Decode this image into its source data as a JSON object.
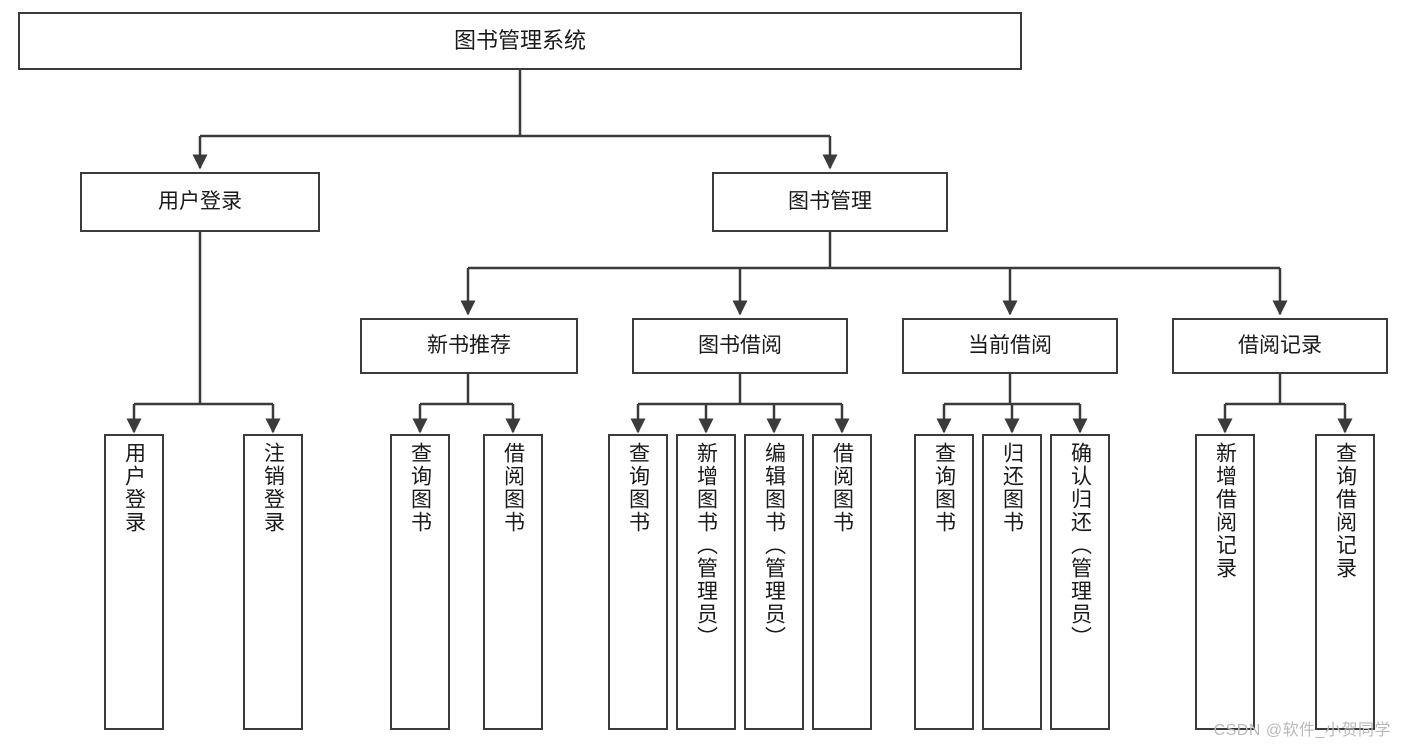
{
  "diagram": {
    "title_text": "图书管理系统",
    "watermark": "CSDN @软件_小贺同学",
    "line_color": "#3b3b3b",
    "box_fill": "#ffffff",
    "text_color": "#1a1a1a",
    "watermark_color": "#b9b9b9",
    "type": "tree-hierarchy",
    "levels": 4
  },
  "nodes": {
    "root": {
      "label": "图书管理系统"
    },
    "level2": [
      {
        "label": "用户登录"
      },
      {
        "label": "图书管理"
      }
    ],
    "level3": [
      {
        "label": "新书推荐"
      },
      {
        "label": "图书借阅"
      },
      {
        "label": "当前借阅"
      },
      {
        "label": "借阅记录"
      }
    ],
    "leaves": {
      "user_login": [
        {
          "label": "用户登录"
        },
        {
          "label": "注销登录"
        }
      ],
      "new_book_recommend": [
        {
          "label": "查询图书"
        },
        {
          "label": "借阅图书"
        }
      ],
      "book_borrow": [
        {
          "label": "查询图书"
        },
        {
          "label": "新增图书（管理员）"
        },
        {
          "label": "编辑图书（管理员）"
        },
        {
          "label": "借阅图书"
        }
      ],
      "current_borrow": [
        {
          "label": "查询图书"
        },
        {
          "label": "归还图书"
        },
        {
          "label": "确认归还（管理员）"
        }
      ],
      "borrow_record": [
        {
          "label": "新增借阅记录"
        },
        {
          "label": "查询借阅记录"
        }
      ]
    }
  }
}
